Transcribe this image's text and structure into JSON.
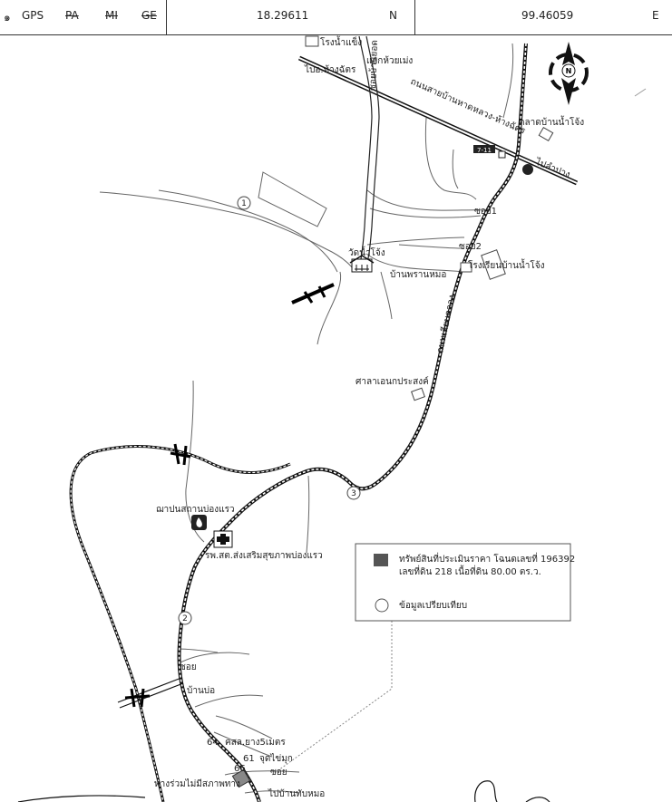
{
  "header": {
    "gps_prefix": "๑",
    "gps_label": "GPS",
    "gps_methods": [
      "PA",
      "MI",
      "GE"
    ],
    "lat": "18.29611",
    "lat_dir": "N",
    "lon": "99.46059",
    "lon_dir": "E"
  },
  "compass": {
    "north_label": "N"
  },
  "labels": {
    "school_top": "โรงน้ำแข็ง",
    "to_tambon": "แยกห้วยเม่ง",
    "to_city": "ไปอ.ห้างฉัตร",
    "highway": "ถนนสายบ้านหาดหลวง-ห้างฉัตร",
    "soi_lane": "ซอยบ้านยอด",
    "market": "ตลาดบ้านน้ำโจ้ง",
    "shop": "7-11",
    "to_lampang": "ไปลำปาง",
    "soi1": "ซอย1",
    "soi2": "ซอย2",
    "temple": "วัดน้ำโจ้ง",
    "school_mid": "โรงเรียนบ้านน้ำโจ้ง",
    "house": "บ้านพรานหมอ",
    "village_road": "ถนนเลียบคลอง",
    "pavilion": "ศาลาเอนกประสงค์",
    "crematorium": "ฌาปนสถานบ่องแรว",
    "hospital": "รพ.สต.ส่งเสริมสุขภาพบ่องแรว",
    "soi_lower": "ซอย",
    "village_lower": "บ้านบ่อ",
    "km_64": "64",
    "km_61": "61",
    "km_66": "66",
    "concrete": "คสล.ยาง5เมตร",
    "gate": "จุดไข่มุก",
    "soi_bottom": "ซอย",
    "to_village": "ไปบ้านทับหมอ",
    "dead_end": "ทางร่วมไม่มีสภาพทาง"
  },
  "route_numbers": [
    "1",
    "2",
    "3"
  ],
  "legend": {
    "item1": "ทรัพย์สินที่ประเมินราคา โฉนดเลขที่ 196392",
    "item1_line2": "เลขที่ดิน 218 เนื้อที่ดิน 80.00 ตร.ว.",
    "item2": "ข้อมูลเปรียบเทียบ"
  }
}
